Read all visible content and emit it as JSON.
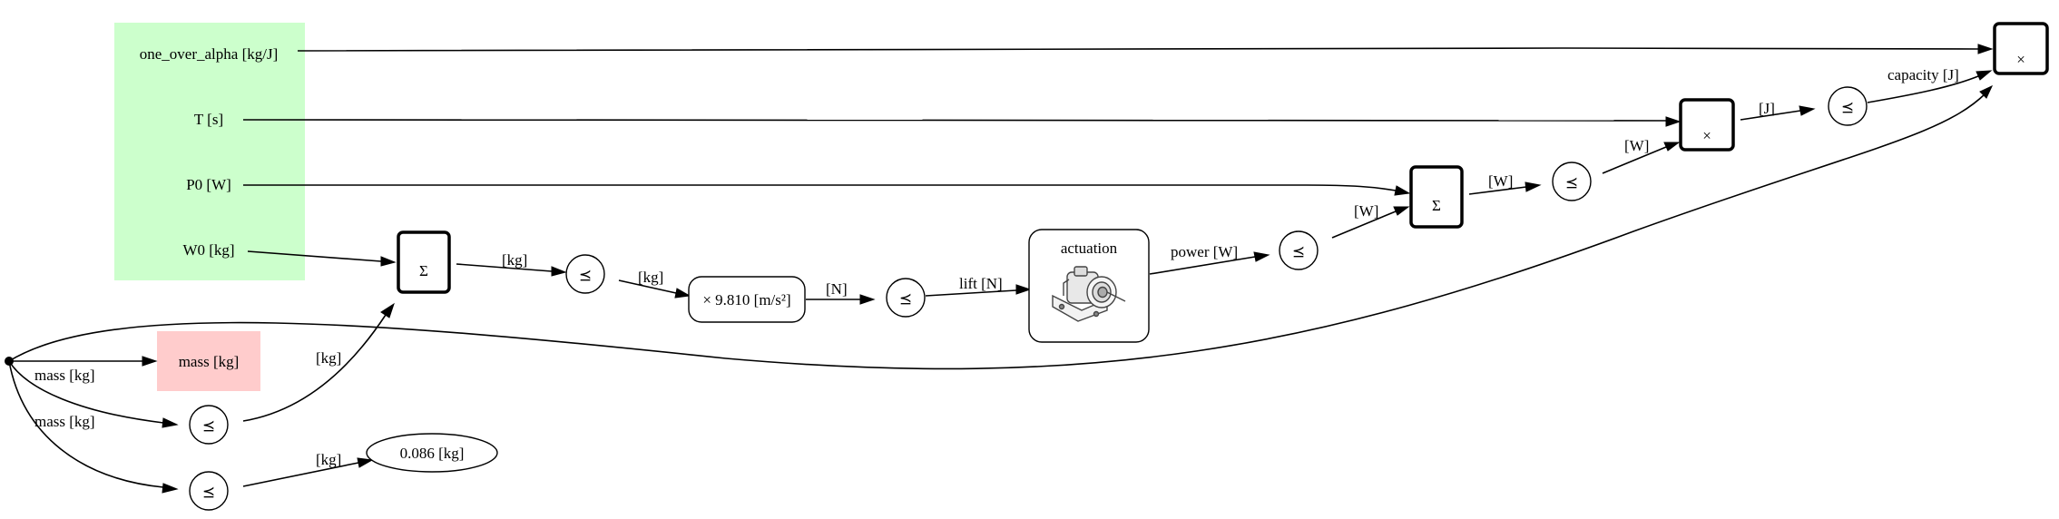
{
  "colors": {
    "inputs_bg": "#ccffcc",
    "output_bg": "#ffcccc",
    "stroke": "#000000",
    "background": "#ffffff"
  },
  "inputs": {
    "one_over_alpha": "one_over_alpha [kg/J]",
    "T": "T [s]",
    "P0": "P0 [W]",
    "W0": "W0 [kg]"
  },
  "output_mass": "mass [kg]",
  "constant_node": "0.086 [kg]",
  "gravity_node": "× 9.810 [m/s²]",
  "actuation": {
    "title": "actuation",
    "icon": "motor-actuator-icon"
  },
  "operators": {
    "sum": "Σ",
    "product": "×",
    "leq": "⪯"
  },
  "edge_labels": {
    "mass_out": "mass [kg]",
    "mass_down": "mass [kg]",
    "kg_up": "[kg]",
    "kg_const": "[kg]",
    "kg_sum_out": "[kg]",
    "kg_to_gravity": "[kg]",
    "N": "[N]",
    "lift": "lift [N]",
    "power": "power [W]",
    "W_to_sum": "[W]",
    "W_sum_out": "[W]",
    "W_to_mult": "[W]",
    "J": "[J]",
    "capacity": "capacity [J]"
  }
}
